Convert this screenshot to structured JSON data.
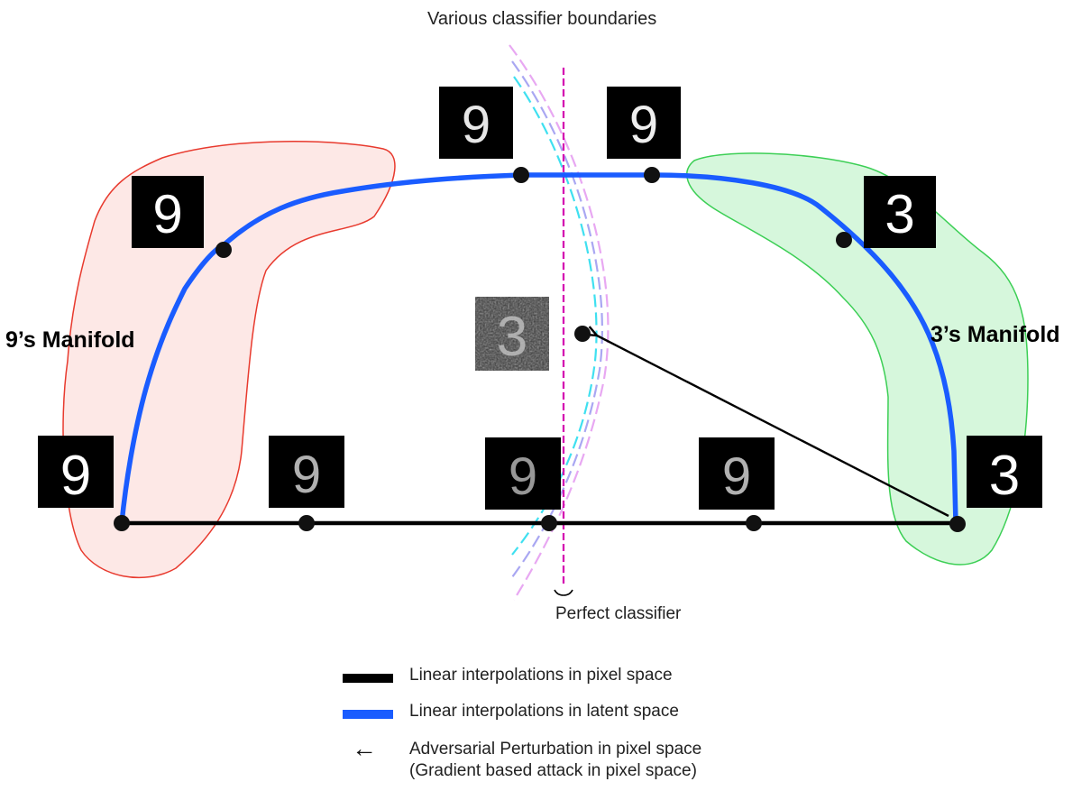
{
  "header": {
    "title": "Various classifier boundaries"
  },
  "labels": {
    "manifold_9": "9’s Manifold",
    "manifold_3": "3’s Manifold",
    "perfect_classifier": "Perfect classifier"
  },
  "legend": {
    "items": [
      {
        "label": "Linear interpolations in pixel space",
        "color": "#000000",
        "icon": "thick-line-swatch"
      },
      {
        "label": "Linear interpolations in latent space",
        "color": "#1a5cff",
        "icon": "thick-line-swatch"
      },
      {
        "label": "Adversarial Perturbation in pixel space",
        "sublabel": "(Gradient based attack in pixel space)",
        "icon": "left-arrow-icon"
      }
    ]
  },
  "digits": {
    "pixel_path": [
      "9",
      "9",
      "9",
      "9",
      "3"
    ],
    "latent_path": [
      "9",
      "9",
      "9",
      "3"
    ],
    "adversarial": "3"
  },
  "colors": {
    "manifold_9_fill": "#fde8e6",
    "manifold_9_stroke": "#e83a2e",
    "manifold_3_fill": "#d6f7dc",
    "manifold_3_stroke": "#3ccf55",
    "latent_path": "#1a5cff",
    "pixel_path": "#000000",
    "perfect_classifier": "#d400b0",
    "boundary_cyan": "#3fe0f0",
    "boundary_violet": "#a9a7f2",
    "boundary_pink": "#e8a8f2"
  }
}
